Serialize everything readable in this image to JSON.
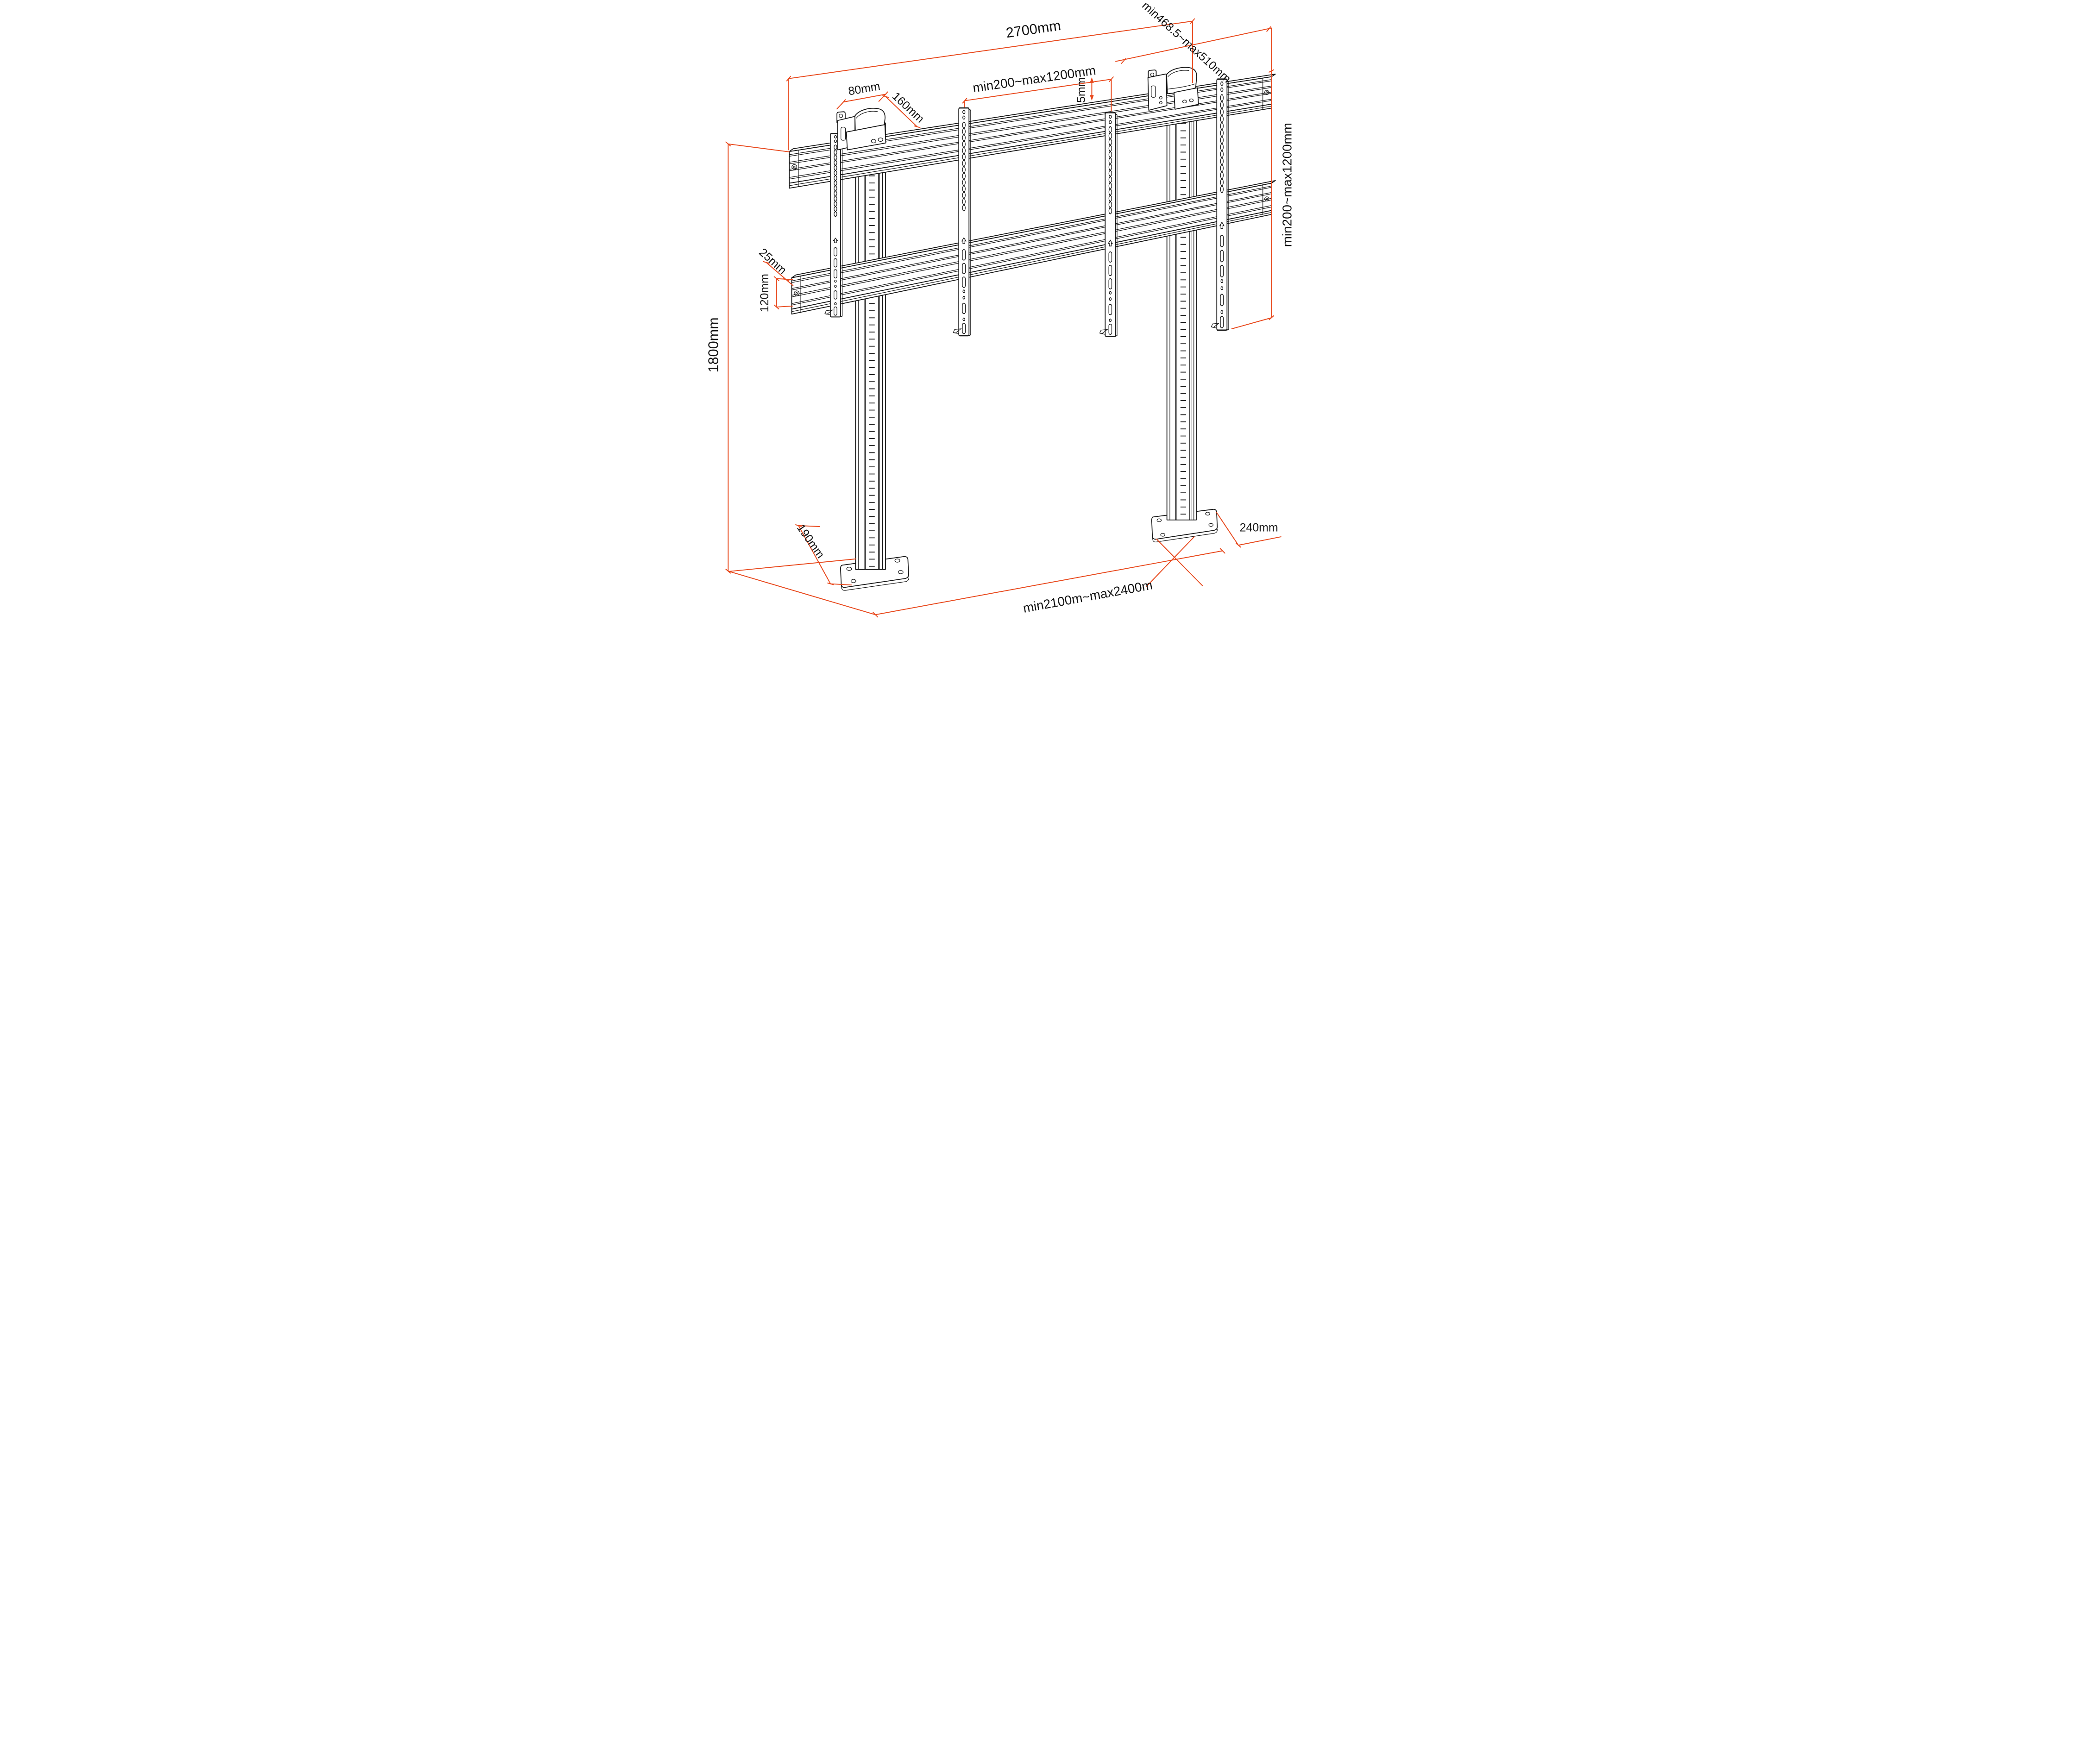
{
  "diagram": {
    "type": "dimensioned technical line drawing",
    "subject": "dual-pole floor video-wall TV stand with rails, VESA brackets and camera mounts",
    "background_color": "#ffffff",
    "line_color": "#141414",
    "dimension_color": "#e8491d",
    "dimensions": {
      "total_width": "2700mm",
      "bracket_span_top": "min200~max1200mm",
      "rail_offset": "5mm",
      "camera_mount_span": "min468.5~max510mm",
      "clamp_width": "80mm",
      "clamp_depth": "160mm",
      "bracket_span_right": "min200~max1200mm",
      "rail_depth": "25mm",
      "rail_height": "120mm",
      "stand_height": "1800mm",
      "base_depth": "190mm",
      "base_width": "240mm",
      "pole_spacing": "min2100m~max2400m"
    }
  }
}
